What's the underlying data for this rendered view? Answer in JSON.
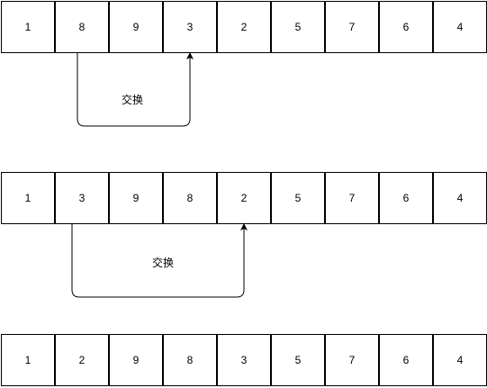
{
  "rows": [
    {
      "cells": [
        "1",
        "8",
        "9",
        "3",
        "2",
        "5",
        "7",
        "6",
        "4"
      ]
    },
    {
      "cells": [
        "1",
        "3",
        "9",
        "8",
        "2",
        "5",
        "7",
        "6",
        "4"
      ]
    },
    {
      "cells": [
        "1",
        "2",
        "9",
        "8",
        "3",
        "5",
        "7",
        "6",
        "4"
      ]
    }
  ],
  "swaps": [
    {
      "label": "交换"
    },
    {
      "label": "交换"
    }
  ]
}
